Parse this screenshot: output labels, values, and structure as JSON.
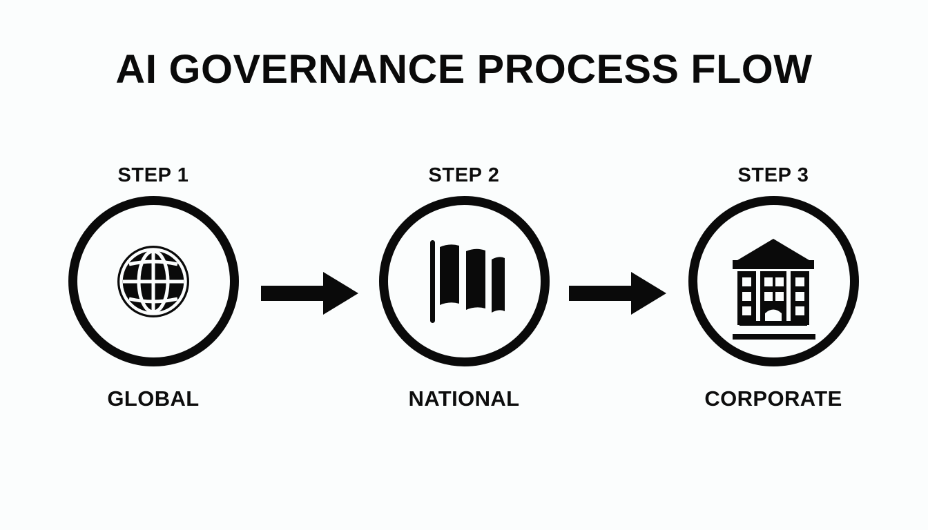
{
  "page": {
    "title": "AI GOVERNANCE PROCESS FLOW",
    "background_color": "#fbfdfd",
    "ink_color": "#0a0a0a"
  },
  "flow": {
    "steps": [
      {
        "kicker": "STEP 1",
        "label": "GLOBAL",
        "icon": "globe-icon"
      },
      {
        "kicker": "STEP 2",
        "label": "NATIONAL",
        "icon": "flag-icon"
      },
      {
        "kicker": "STEP 3",
        "label": "CORPORATE",
        "icon": "government-building-icon"
      }
    ],
    "connectors": [
      {
        "icon": "arrow-right-icon",
        "from": "STEP 1",
        "to": "STEP 2"
      },
      {
        "icon": "arrow-right-icon",
        "from": "STEP 2",
        "to": "STEP 3"
      }
    ]
  }
}
